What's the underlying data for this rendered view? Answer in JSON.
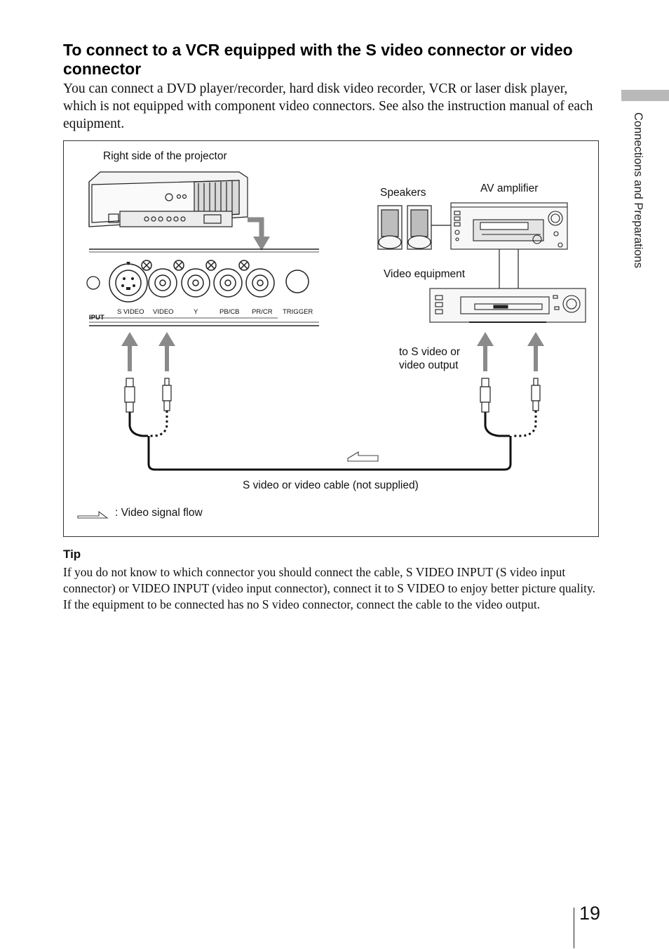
{
  "section": {
    "heading": "To connect to a VCR equipped with the S video connector or video connector",
    "intro": "You can connect a DVD player/recorder, hard disk video recorder, VCR or laser disk player, which is not equipped with component video connectors. See also the instruction manual of each equipment."
  },
  "diagram": {
    "projector_label": "Right side of the projector",
    "speakers_label": "Speakers",
    "amplifier_label": "AV amplifier",
    "equipment_label": "Video equipment",
    "output_label_line1": "to S video or",
    "output_label_line2": "video output",
    "cable_label": "S video or video cable (not supplied)",
    "legend_label": ": Video signal flow",
    "panel": {
      "input_label": "IPUT",
      "s_video": "S VIDEO",
      "video": "VIDEO",
      "y": "Y",
      "pb_cb": "PB/CB",
      "pr_cr": "PR/CR",
      "trigger": "TRIGGER"
    }
  },
  "tip": {
    "title": "Tip",
    "para1": "If you do not know to which connector you should connect the cable, S VIDEO INPUT (S video input connector) or VIDEO INPUT (video input connector), connect it to S VIDEO to enjoy better picture quality.",
    "para2": "If the equipment to be connected has no S video connector, connect the cable to the video output."
  },
  "sidebar": {
    "chapter_label": "Connections and Preparations"
  },
  "footer": {
    "page_number": "19"
  },
  "colors": {
    "tab_gray": "#b9b9b9",
    "arrow_gray": "#8a8a8a",
    "line": "#111111"
  }
}
